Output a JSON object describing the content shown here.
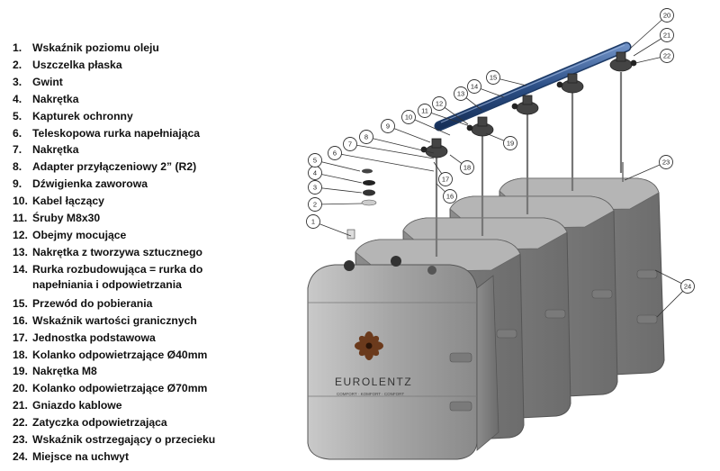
{
  "legend": [
    {
      "num": "1.",
      "text": "Wskaźnik poziomu oleju"
    },
    {
      "num": "2.",
      "text": "Uszczelka płaska"
    },
    {
      "num": "3.",
      "text": "Gwint"
    },
    {
      "num": "4.",
      "text": "Nakrętka"
    },
    {
      "num": "5.",
      "text": "Kapturek ochronny"
    },
    {
      "num": "6.",
      "text": "Teleskopowa rurka napełniająca"
    },
    {
      "num": "7.",
      "text": "Nakrętka"
    },
    {
      "num": "8.",
      "text": "Adapter przyłączeniowy 2” (R2)"
    },
    {
      "num": "9.",
      "text": "Dźwigienka zaworowa"
    },
    {
      "num": "10.",
      "text": "Kabel łączący"
    },
    {
      "num": "11.",
      "text": "Śruby M8x30"
    },
    {
      "num": "12.",
      "text": "Obejmy mocujące"
    },
    {
      "num": "13.",
      "text": "Nakrętka z tworzywa sztucznego"
    },
    {
      "num": "14.",
      "text": "Rurka rozbudowująca = rurka do napełniania i odpowietrzania"
    },
    {
      "num": "15.",
      "text": "Przewód do pobierania"
    },
    {
      "num": "16.",
      "text": "Wskaźnik wartości granicznych"
    },
    {
      "num": "17.",
      "text": "Jednostka podstawowa"
    },
    {
      "num": "18.",
      "text": "Kolanko odpowietrzające Ø40mm"
    },
    {
      "num": "19.",
      "text": "Nakrętka M8"
    },
    {
      "num": "20.",
      "text": "Kolanko odpowietrzające Ø70mm"
    },
    {
      "num": "21.",
      "text": "Gniazdo kablowe"
    },
    {
      "num": "22.",
      "text": "Zatyczka odpowietrzająca"
    },
    {
      "num": "23.",
      "text": "Wskaźnik ostrzegający o przecieku"
    },
    {
      "num": "24.",
      "text": "Miejsce na uchwyt"
    }
  ],
  "callouts": [
    "1",
    "2",
    "3",
    "4",
    "5",
    "6",
    "7",
    "8",
    "9",
    "10",
    "11",
    "12",
    "13",
    "14",
    "15",
    "16",
    "17",
    "18",
    "19",
    "20",
    "21",
    "22",
    "23",
    "24"
  ],
  "brand": {
    "name": "EUROLENTZ",
    "tagline": "COMFORT · KOMFORT · CONFORT"
  },
  "colors": {
    "tank": "#9a9a9a",
    "tank_dark": "#6f6f6f",
    "pipe": "#2c4f86",
    "logo": "#6b3a1c"
  }
}
